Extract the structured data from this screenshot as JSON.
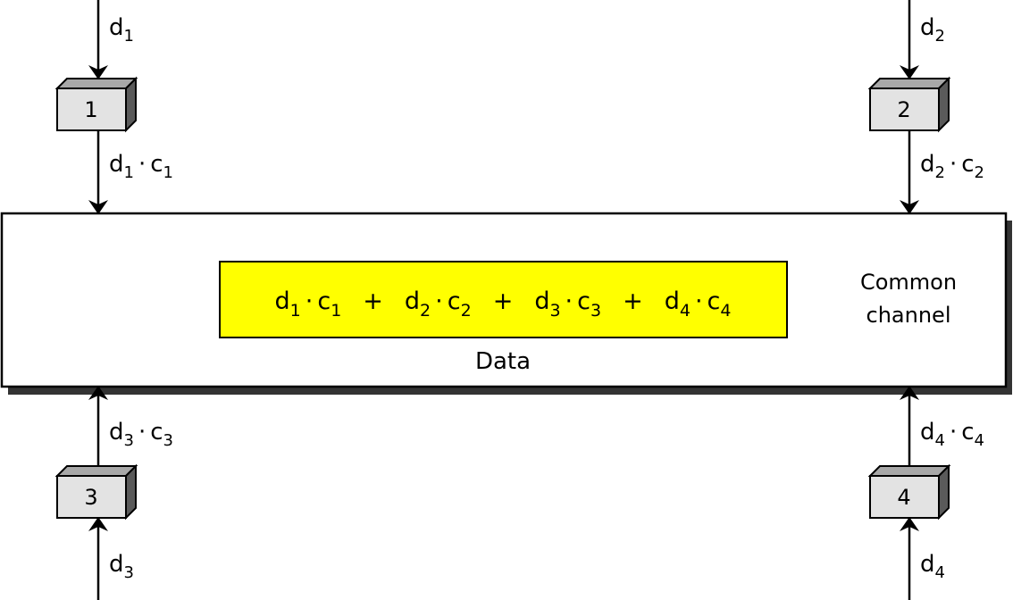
{
  "stations": [
    {
      "id": "1",
      "input_var": "d",
      "input_sub": "1",
      "code_var": "c",
      "code_sub": "1"
    },
    {
      "id": "2",
      "input_var": "d",
      "input_sub": "2",
      "code_var": "c",
      "code_sub": "2"
    },
    {
      "id": "3",
      "input_var": "d",
      "input_sub": "3",
      "code_var": "c",
      "code_sub": "3"
    },
    {
      "id": "4",
      "input_var": "d",
      "input_sub": "4",
      "code_var": "c",
      "code_sub": "4"
    }
  ],
  "operators": {
    "dot": "·",
    "plus": "+"
  },
  "channel": {
    "label_line1": "Common",
    "label_line2": "channel",
    "data_label": "Data"
  },
  "colors": {
    "data_box": "#ffff00",
    "station_front": "#e3e3e3",
    "station_top": "#a8a8a8",
    "station_side": "#5a5a5a",
    "shadow": "#333333",
    "stroke": "#000000"
  }
}
